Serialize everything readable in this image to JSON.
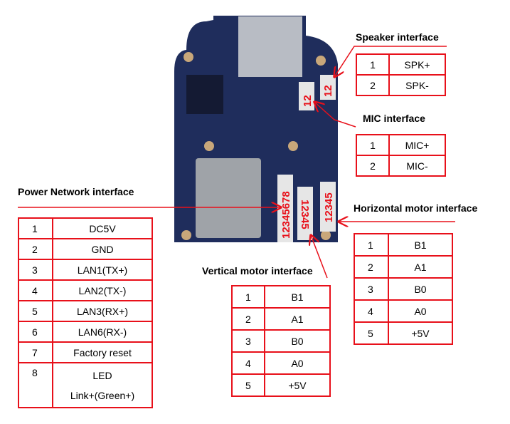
{
  "colors": {
    "accent": "#e8101a",
    "board": "#1f2d5c"
  },
  "board": {
    "connector_labels": {
      "speaker": "12",
      "mic": "12",
      "power": "12345678",
      "vertical": "12345",
      "horizontal": "12345"
    }
  },
  "speaker": {
    "title": "Speaker interface",
    "rows": [
      [
        "1",
        "SPK+"
      ],
      [
        "2",
        "SPK-"
      ]
    ]
  },
  "mic": {
    "title": "MIC interface",
    "rows": [
      [
        "1",
        "MIC+"
      ],
      [
        "2",
        "MIC-"
      ]
    ]
  },
  "power": {
    "title": "Power Network interface",
    "rows": [
      [
        "1",
        "DC5V"
      ],
      [
        "2",
        "GND"
      ],
      [
        "3",
        "LAN1(TX+)"
      ],
      [
        "4",
        "LAN2(TX-)"
      ],
      [
        "5",
        "LAN3(RX+)"
      ],
      [
        "6",
        "LAN6(RX-)"
      ],
      [
        "7",
        "Factory reset"
      ],
      [
        "8",
        "LED",
        "Link+(Green+)"
      ]
    ]
  },
  "horizontal": {
    "title": "Horizontal motor interface",
    "rows": [
      [
        "1",
        "B1"
      ],
      [
        "2",
        "A1"
      ],
      [
        "3",
        "B0"
      ],
      [
        "4",
        "A0"
      ],
      [
        "5",
        "+5V"
      ]
    ]
  },
  "vertical": {
    "title": "Vertical motor interface",
    "rows": [
      [
        "1",
        "B1"
      ],
      [
        "2",
        "A1"
      ],
      [
        "3",
        "B0"
      ],
      [
        "4",
        "A0"
      ],
      [
        "5",
        "+5V"
      ]
    ]
  }
}
